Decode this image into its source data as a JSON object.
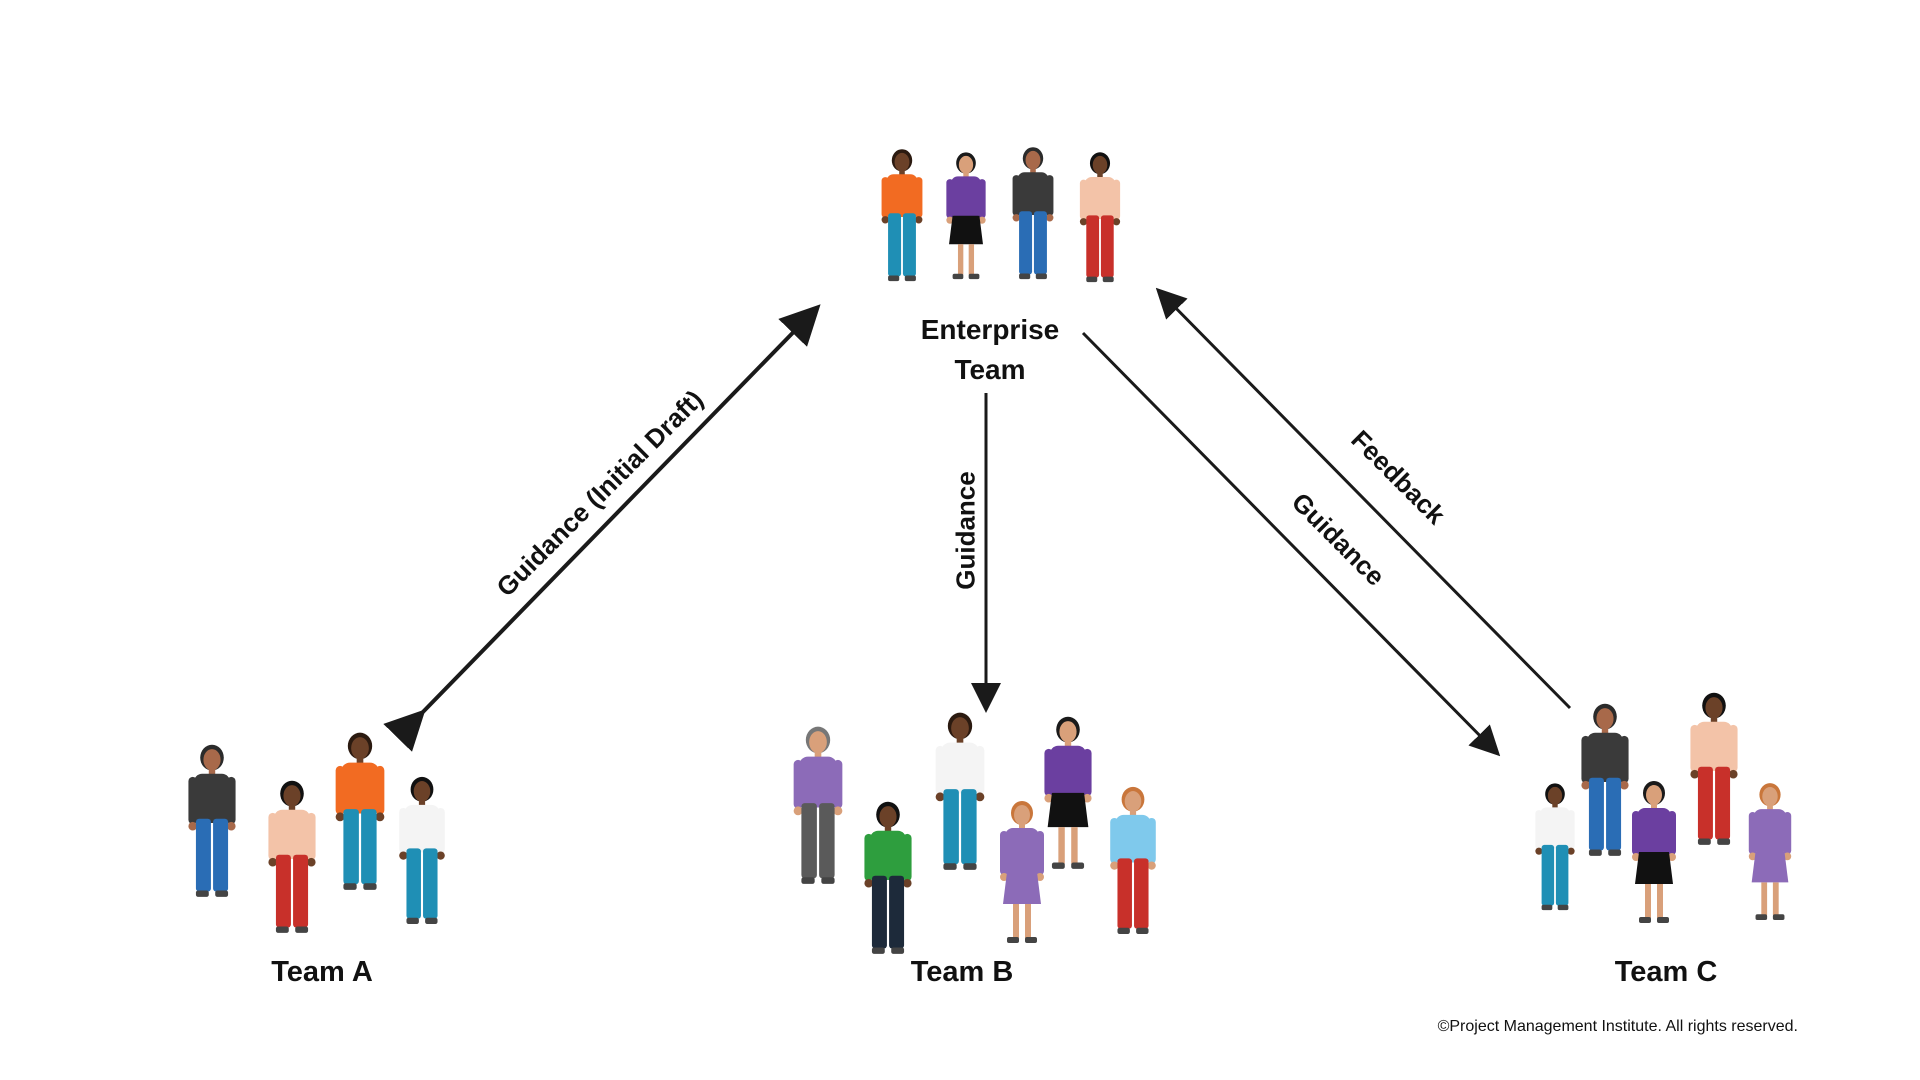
{
  "nodes": {
    "enterprise": {
      "label_line1": "Enterprise",
      "label_line2": "Team"
    },
    "team_a": {
      "label": "Team A"
    },
    "team_b": {
      "label": "Team B"
    },
    "team_c": {
      "label": "Team C"
    }
  },
  "edges": {
    "a_enterprise": {
      "label": "Guidance (Initial Draft)",
      "direction": "bidirectional"
    },
    "enterprise_b": {
      "label": "Guidance",
      "direction": "enterprise-to-team-b"
    },
    "enterprise_c": {
      "label": "Guidance",
      "direction": "enterprise-to-team-c"
    },
    "c_enterprise": {
      "label": "Feedback",
      "direction": "team-c-to-enterprise"
    }
  },
  "copyright": "©Project Management Institute. All rights reserved.",
  "colors": {
    "arrow": "#1a1a1a",
    "orange": "#f26b22",
    "purple": "#6b3fa0",
    "lavender": "#8c6bb8",
    "red": "#c8302a",
    "jeans": "#2a6db5",
    "teal": "#1f8fb5",
    "dark_jacket": "#3a3a3a",
    "white_shirt": "#f4f4f4",
    "peach": "#f3c3a8",
    "green": "#2e9e3e",
    "light_blue": "#7fc9ec",
    "gray_pants": "#5a5a5a"
  }
}
